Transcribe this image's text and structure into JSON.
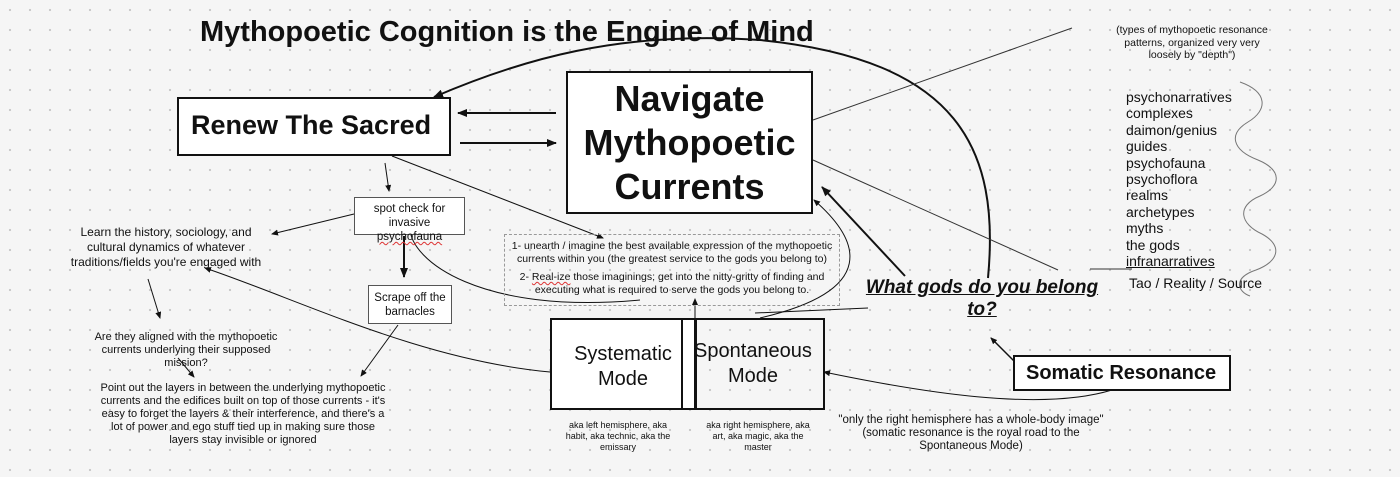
{
  "title": "Mythopoetic Cognition is the Engine of Mind",
  "center_box": {
    "line1": "Navigate",
    "line2": "Mythopoetic",
    "line3": "Currents"
  },
  "renew_box": "Renew The Sacred",
  "spot_check": {
    "line1": "spot check for",
    "line2_prefix": "invasive ",
    "line2_word": "psychofauna"
  },
  "scrape": {
    "line1": "Scrape off the",
    "line2": "barnacles"
  },
  "learn_note": "Learn the history, sociology, and cultural dynamics of whatever traditions/fields you're engaged with",
  "aligned_note": "Are they aligned with the mythopoetic currents underlying their supposed mission?",
  "layers_note": "Point out the layers in between the underlying mythopoetic currents and the edifices built on top of those currents - it's easy to forget the layers & their interference, and there's a lot of power and ego stuff tied up in making sure those layers stay invisible or ignored",
  "steps": {
    "step1": "1- unearth / imagine the best available expression of the mythopoetic currents within you (the greatest service to the gods you belong to)",
    "step2_prefix": "2- ",
    "step2_word": "Real-ize",
    "step2_rest": " those imaginings; get into the nitty-gritty of finding and executing what is required to serve the gods you belong to."
  },
  "systematic": {
    "line1": "Systematic",
    "line2": "Mode",
    "caption": "aka left hemisphere, aka habit, aka technic, aka the emissary"
  },
  "spontaneous": {
    "line1": "Spontaneous",
    "line2": "Mode",
    "caption": "aka right hemisphere, aka art, aka magic, aka the master"
  },
  "question": "What gods do you belong to?",
  "somatic": "Somatic Resonance",
  "quote": {
    "line1": "\"only the right hemisphere has a whole-body image\"",
    "line2": "(somatic resonance is the royal road to the Spontaneous Mode)"
  },
  "types_note": "(types of mythopoetic resonance patterns, organized very very loosely by \"depth\")",
  "resonance_list": [
    "psychonarratives",
    "complexes",
    "daimon/genius",
    "guides",
    "psychofauna",
    "psychoflora",
    "realms",
    "archetypes",
    "myths",
    "the gods",
    "infranarratives"
  ],
  "tao": "Tao / Reality / Source"
}
